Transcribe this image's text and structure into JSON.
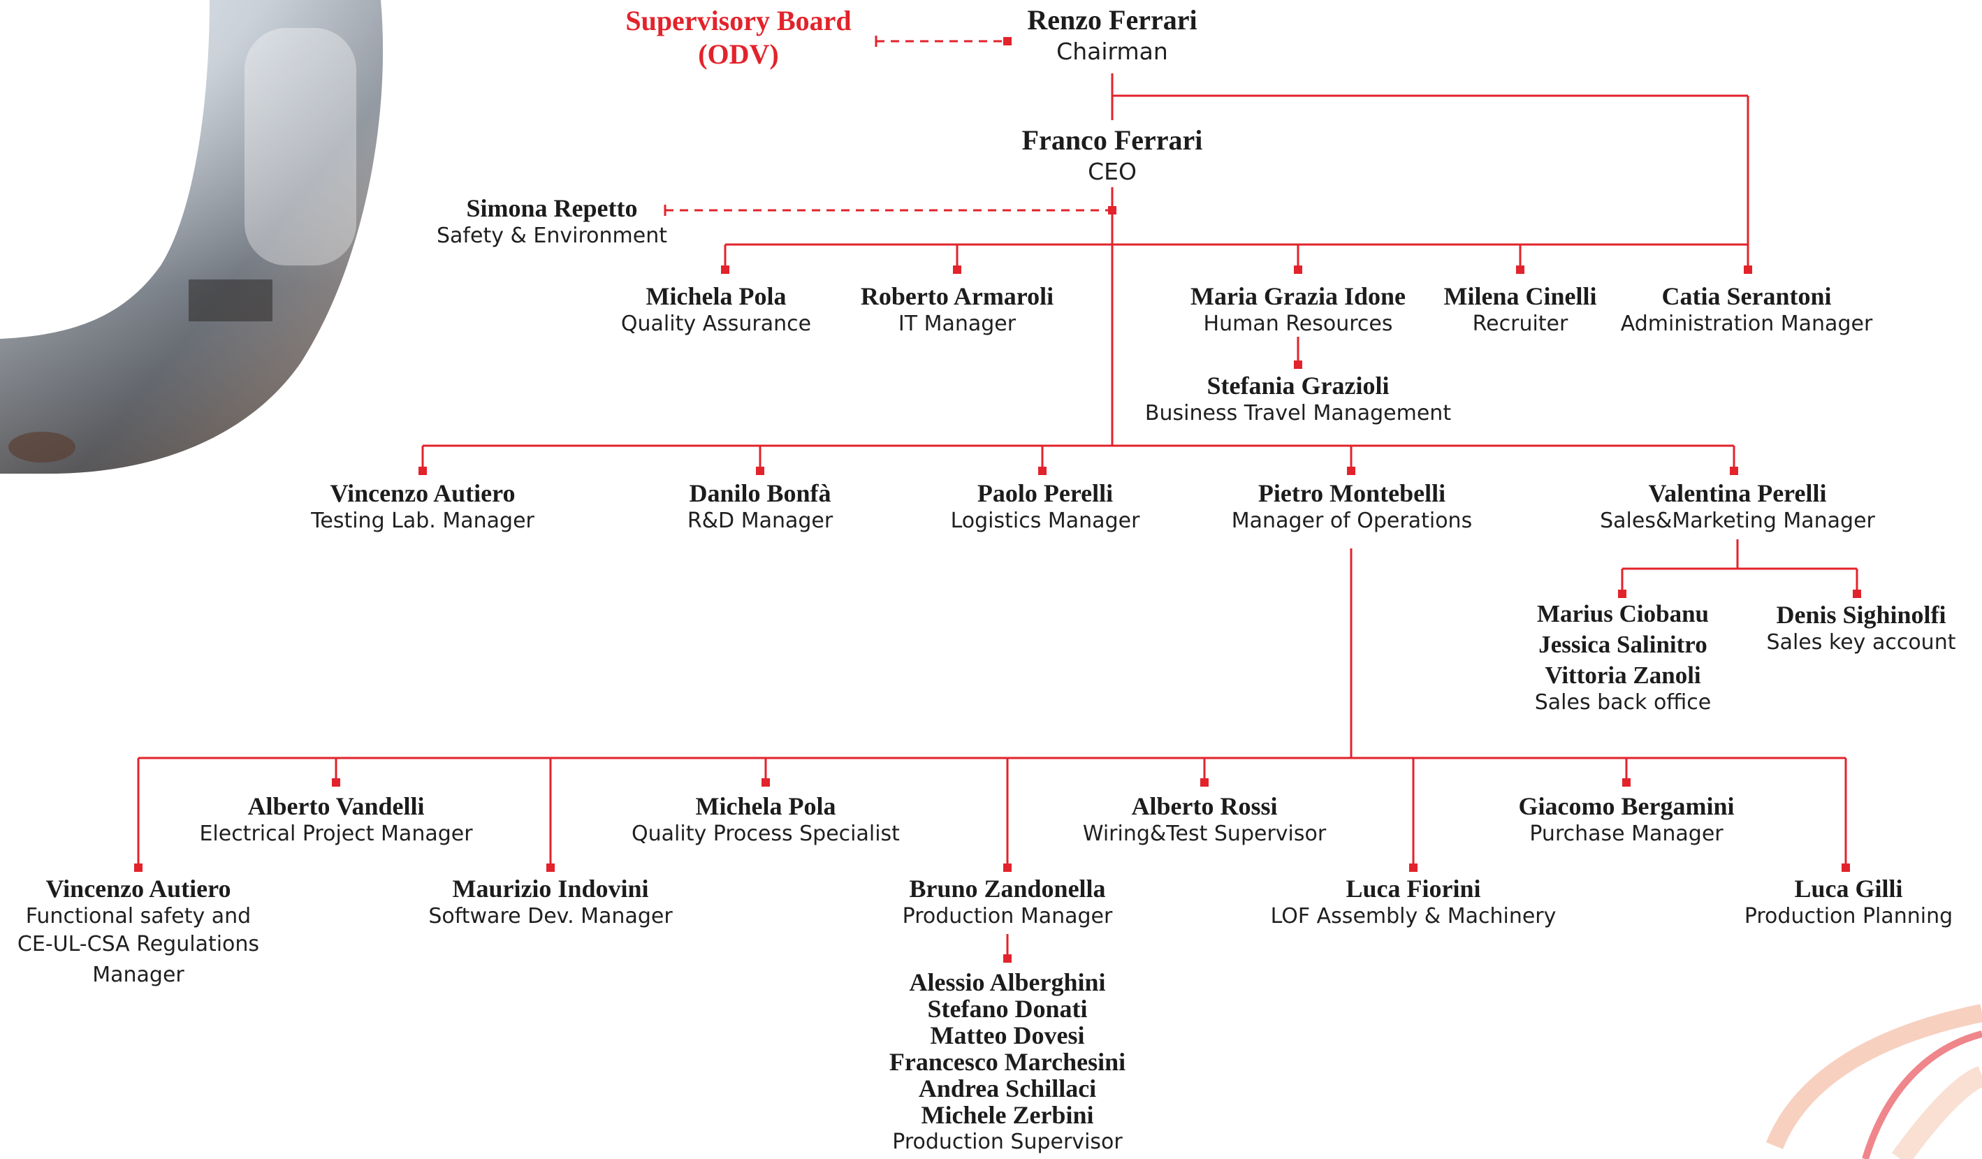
{
  "colors": {
    "connector": "#e2232b",
    "accent_text": "#e2232b",
    "name_text": "#1c1c1c"
  },
  "supervisory_board": {
    "title": "Supervisory Board",
    "abbrev": "(ODV)"
  },
  "chairman": {
    "name": "Renzo Ferrari",
    "role": "Chairman"
  },
  "ceo": {
    "name": "Franco Ferrari",
    "role": "CEO"
  },
  "safety": {
    "name": "Simona Repetto",
    "role": "Safety & Environment"
  },
  "staff": [
    {
      "name": "Michela Pola",
      "role": "Quality Assurance"
    },
    {
      "name": "Roberto Armaroli",
      "role": "IT Manager"
    },
    {
      "name": "Maria Grazia Idone",
      "role": "Human Resources"
    },
    {
      "name": "Milena Cinelli",
      "role": "Recruiter"
    },
    {
      "name": "Catia Serantoni",
      "role": "Administration Manager"
    }
  ],
  "hr_sub": {
    "name": "Stefania Grazioli",
    "role": "Business Travel Management"
  },
  "managers": [
    {
      "name": "Vincenzo Autiero",
      "role": "Testing Lab. Manager"
    },
    {
      "name": "Danilo Bonfà",
      "role": "R&D Manager"
    },
    {
      "name": "Paolo Perelli",
      "role": "Logistics Manager"
    },
    {
      "name": "Pietro Montebelli",
      "role": "Manager of Operations"
    },
    {
      "name": "Valentina Perelli",
      "role": "Sales&Marketing Manager"
    }
  ],
  "sales_back_office": {
    "names": [
      "Marius Ciobanu",
      "Jessica Salinitro",
      "Vittoria Zanoli"
    ],
    "role": "Sales back office"
  },
  "sales_key": {
    "name": "Denis Sighinolfi",
    "role": "Sales key account"
  },
  "operations_upper": [
    {
      "name": "Alberto Vandelli",
      "role": "Electrical Project Manager"
    },
    {
      "name": "Michela Pola",
      "role": "Quality Process Specialist"
    },
    {
      "name": "Alberto Rossi",
      "role": "Wiring&Test Supervisor"
    },
    {
      "name": "Giacomo Bergamini",
      "role": "Purchase Manager"
    }
  ],
  "operations_lower": [
    {
      "name": "Vincenzo Autiero",
      "role_lines": [
        "Functional safety and",
        "CE-UL-CSA Regulations",
        "Manager"
      ]
    },
    {
      "name": "Maurizio Indovini",
      "role": "Software Dev. Manager"
    },
    {
      "name": "Bruno Zandonella",
      "role": "Production Manager"
    },
    {
      "name": "Luca Fiorini",
      "role": "LOF Assembly & Machinery"
    },
    {
      "name": "Luca Gilli",
      "role": "Production Planning"
    }
  ],
  "production_supervisors": {
    "names": [
      "Alessio Alberghini",
      "Stefano Donati",
      "Matteo Dovesi",
      "Francesco Marchesini",
      "Andrea Schillaci",
      "Michele Zerbini"
    ],
    "role": "Production Supervisor"
  }
}
